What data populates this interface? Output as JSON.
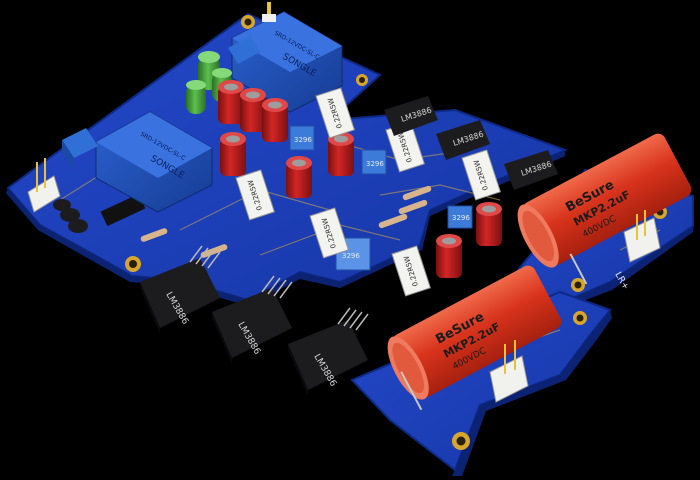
{
  "relays": [
    {
      "id": "relay-left",
      "marking": "SONGLE",
      "model": "SRD-12VDC-SL-C"
    },
    {
      "id": "relay-right",
      "marking": "SONGLE",
      "model": "SRD-12VDC-SL-C"
    }
  ],
  "chips": {
    "front": [
      "LM3886",
      "LM3886",
      "LM3886"
    ],
    "rear": [
      "LM3886",
      "LM3886",
      "LM3886"
    ]
  },
  "resistors": {
    "labels": [
      "0.22R5W",
      "0.22R5W",
      "0.22R5W",
      "0.22R5W",
      "0.22R5W",
      "0.22R5W"
    ]
  },
  "trimmers": [
    "3296",
    "3296",
    "3296",
    "3296"
  ],
  "capacitors": {
    "brand": "BeSure",
    "value": "MKP2.2uF",
    "voltage": "400VDC"
  },
  "connectors": {
    "right_label": "LR+"
  },
  "colors": {
    "background": "#000000",
    "pcb": "#1a3fc2",
    "pcb_dark": "#0f2a8f",
    "heatsink_chip": "#1c1c1e",
    "relay": "#1d4fb8",
    "film_cap": "#d9361f",
    "electrolytic": "#c41e1e",
    "green_cap": "#3f9a35",
    "trimmer": "#3d7bd8",
    "gold": "#d6a72c"
  }
}
